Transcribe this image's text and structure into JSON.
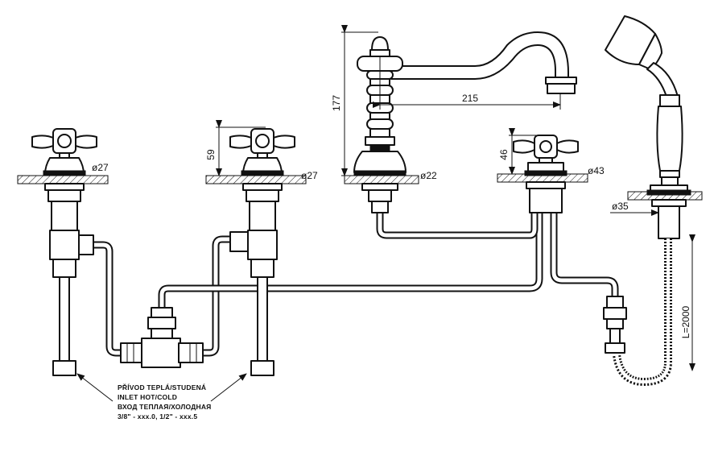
{
  "dimensions": {
    "height_59": "59",
    "height_177": "177",
    "height_46": "46",
    "length_215": "215",
    "diam_27_left": "ø27",
    "diam_27_mid": "ø27",
    "diam_22": "ø22",
    "diam_43": "ø43",
    "diam_35": "ø35",
    "hose_length": "L=2000"
  },
  "supply_note": {
    "line1": "PŘÍVOD TEPLÁ/STUDENÁ",
    "line2": "INLET HOT/COLD",
    "line3": "ВХОД ТЕПЛАЯ/ХОЛОДНАЯ",
    "line4": "3/8\" - xxx.0, 1/2\" - xxx.5"
  }
}
